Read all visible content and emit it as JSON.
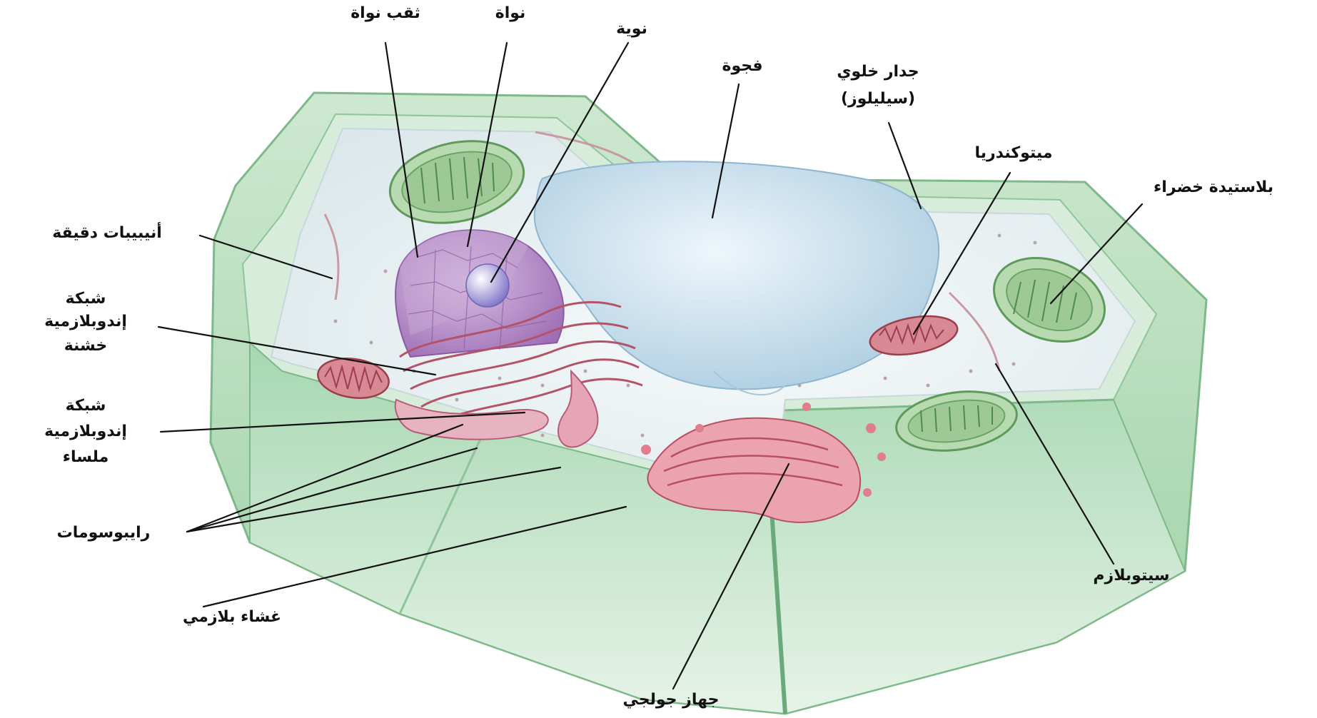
{
  "colors": {
    "cell_wall": "#b9dcbc",
    "cytoplasm": "#e8f0f2",
    "vacuole": "#cfe3ef",
    "nucleus": "#b48ac6",
    "golgi": "#d9737f",
    "chloroplast": "#7fb07a",
    "mitochondria": "#b95a63",
    "leader_line": "#111111"
  },
  "labels": {
    "nuclear_pore": "ثقب نواة",
    "nucleus": "نواة",
    "nucleolus": "نوية",
    "vacuole": "فجوة",
    "cell_wall_line1": "جدار خلوي",
    "cell_wall_line2": "(سيليلوز)",
    "mitochondria": "ميتوكندريا",
    "chloroplast": "بلاستيدة خضراء",
    "microtubules": "أنيبيبات دقيقة",
    "rough_er_line1": "شبكة",
    "rough_er_line2": "إندوبلازمية",
    "rough_er_line3": "خشنة",
    "smooth_er_line1": "شبكة",
    "smooth_er_line2": "إندوبلازمية",
    "smooth_er_line3": "ملساء",
    "ribosomes": "رايبوسومات",
    "plasma_membrane": "غشاء بلازمي",
    "cytoplasm": "سيتوبلازم",
    "golgi": "جهاز جولجي"
  }
}
